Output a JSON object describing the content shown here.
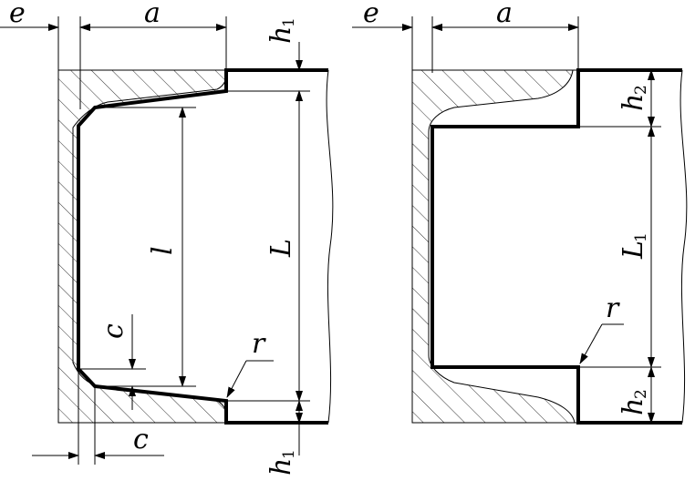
{
  "left_figure": {
    "labels": {
      "e": "e",
      "a": "a",
      "h_top": "h",
      "h_top_sub": "1",
      "l": "l",
      "L": "L",
      "c_upper": "c",
      "c_lower": "c",
      "r": "r",
      "h_bottom": "h",
      "h_bottom_sub": "1"
    }
  },
  "right_figure": {
    "labels": {
      "e": "e",
      "a": "a",
      "h_top": "h",
      "h_top_sub": "2",
      "L1": "L",
      "L1_sub": "1",
      "r": "r",
      "h_bottom": "h",
      "h_bottom_sub": "2"
    }
  }
}
